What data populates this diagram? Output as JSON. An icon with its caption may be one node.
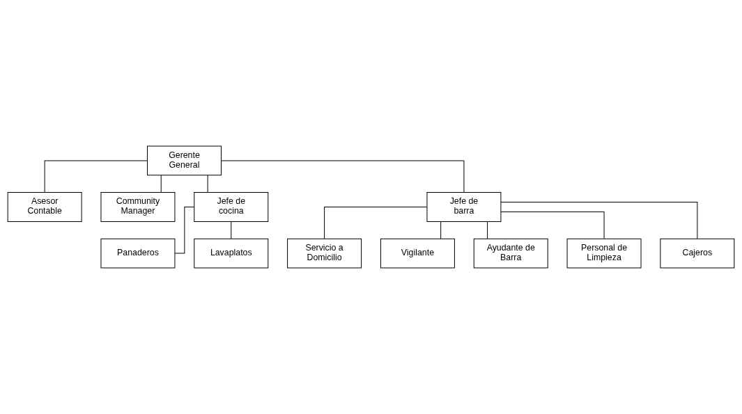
{
  "diagram": {
    "nodes": [
      {
        "text": [
          "Gerente General"
        ]
      },
      {
        "text": [
          "Asesor Contable"
        ]
      },
      {
        "text": [
          "Community Manager"
        ]
      },
      {
        "text": [
          "Jefe de cocina"
        ]
      },
      {
        "text": [
          "Jefe de barra"
        ]
      },
      {
        "text": [
          "Panaderos"
        ]
      },
      {
        "text": [
          "Lavaplatos"
        ]
      },
      {
        "text": [
          "Servicio a Domicilio"
        ]
      },
      {
        "text": [
          "Vigilante"
        ]
      },
      {
        "text": [
          "Ayudante de Barra"
        ]
      },
      {
        "text": [
          "Personal de Limpieza"
        ]
      },
      {
        "text": [
          "Cajeros"
        ]
      }
    ],
    "edges": [
      {
        "from": 0,
        "to": 1,
        "arrow": "none"
      },
      {
        "from": 0,
        "to": 2,
        "arrow": "none"
      },
      {
        "from": 0,
        "to": 3,
        "arrow": "none"
      },
      {
        "from": 0,
        "to": 4,
        "arrow": "none"
      },
      {
        "from": 3,
        "to": 5,
        "arrow": "none"
      },
      {
        "from": 3,
        "to": 6,
        "arrow": "none"
      },
      {
        "from": 4,
        "to": 7,
        "arrow": "none"
      },
      {
        "from": 4,
        "to": 8,
        "arrow": "none"
      },
      {
        "from": 4,
        "to": 9,
        "arrow": "none"
      },
      {
        "from": 4,
        "to": 10,
        "arrow": "none"
      },
      {
        "from": 4,
        "to": 11,
        "arrow": "none"
      }
    ]
  }
}
